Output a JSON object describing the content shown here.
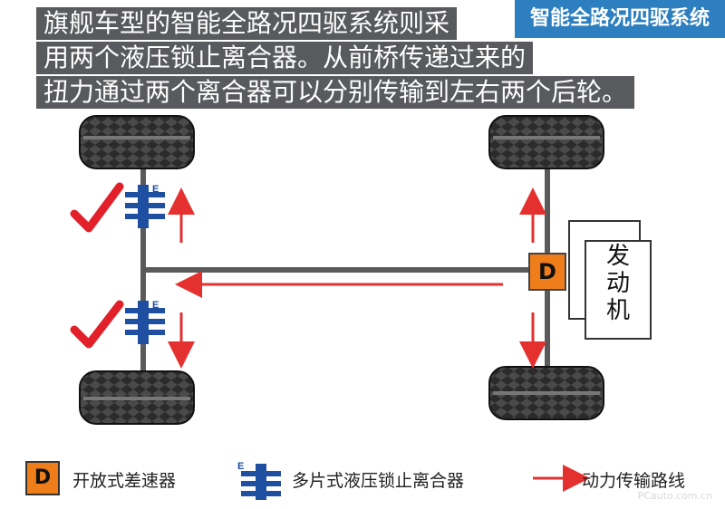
{
  "caption": {
    "line1": "旗舰车型的智能全路况四驱系统则采",
    "line2": "用两个液压锁止离合器。从前桥传递过来的",
    "line3": "扭力通过两个离合器可以分别传输到左右两个后轮。"
  },
  "corner_title": "智能全路况四驱系统",
  "diagram": {
    "differential_label": "D",
    "clutch_label": "E",
    "engine_label": "发动机"
  },
  "legend": {
    "differential_symbol": "D",
    "differential_text": "开放式差速器",
    "clutch_symbol": "E",
    "clutch_text": "多片式液压锁止离合器",
    "arrow_text": "动力传输路线"
  },
  "watermark": "PCauto.com.cn",
  "colors": {
    "caption_bg": "#585a5d",
    "corner_bg": "#2d7fc0",
    "differential": "#ef7d1a",
    "clutch": "#1f4fa0",
    "arrow": "#e53030",
    "check": "#e2202a"
  }
}
